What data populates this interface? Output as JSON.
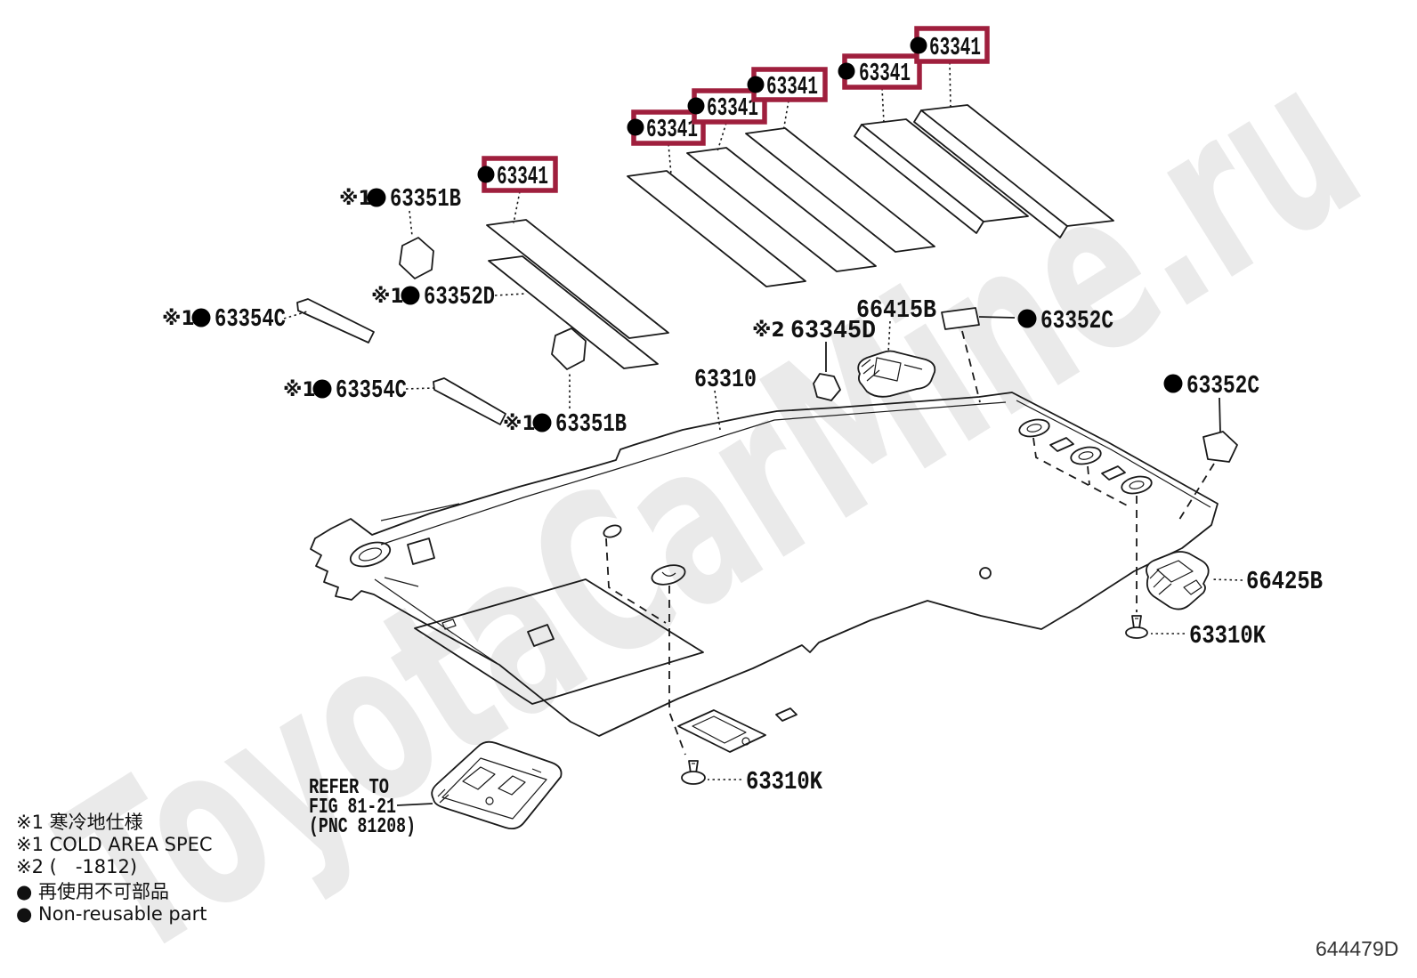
{
  "watermark": "ToyotaCarMine.ru",
  "drawing_number": "644479D",
  "parts": {
    "silencer_pad": "63341"
  },
  "labels": {
    "l1": {
      "prefix": "※1",
      "number": "63351B"
    },
    "l2": {
      "prefix": "※1",
      "number": "63352D"
    },
    "l3": {
      "prefix": "※1",
      "number": "63354C"
    },
    "l4": {
      "prefix": "※1",
      "number": "63354C"
    },
    "l5": {
      "prefix": "※1",
      "number": "63351B"
    },
    "l6": {
      "prefix": "※2",
      "number": "63345D"
    },
    "l7": {
      "number": "66415B"
    },
    "l8": {
      "number": "63352C"
    },
    "l9": {
      "number": "63352C"
    },
    "l10": {
      "number": "63310"
    },
    "l11": {
      "number": "66425B"
    },
    "l12": {
      "number": "63310K"
    },
    "l13": {
      "number": "63310K"
    }
  },
  "refer": {
    "line1": "REFER TO",
    "line2": "FIG 81-21",
    "line3": "(PNC 81208)"
  },
  "notes": {
    "n1": "※1 寒冷地仕様",
    "n2": "※1 COLD AREA SPEC",
    "n3": "※2 (　-1812)",
    "n4": "● 再使用不可部品",
    "n5": "● Non-reusable part"
  },
  "colors": {
    "highlight_box": "#9f1f3d",
    "line": "#1a1a1a",
    "watermark": "#eaeaea"
  }
}
